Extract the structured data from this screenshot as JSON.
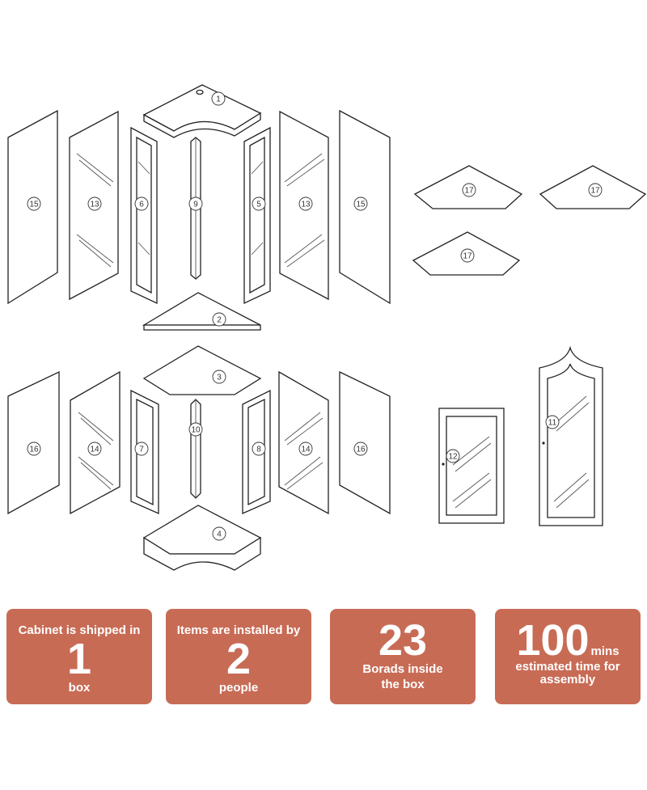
{
  "parts": {
    "p1": "1",
    "p2": "2",
    "p3": "3",
    "p4": "4",
    "p5": "5",
    "p6": "6",
    "p7": "7",
    "p8": "8",
    "p9": "9",
    "p10": "10",
    "p11": "11",
    "p12": "12",
    "p13": "13",
    "p14": "14",
    "p15": "15",
    "p16": "16",
    "p17": "17"
  },
  "stats": [
    {
      "top": "Cabinet is shipped in",
      "value": "1",
      "bottom": "box"
    },
    {
      "top": "Items are installed by",
      "value": "2",
      "bottom": "people"
    },
    {
      "value": "23",
      "bottom_line1": "Borads inside",
      "bottom_line2": "the box"
    },
    {
      "value": "100",
      "unit": "mins",
      "bottom_line1": "estimated time for",
      "bottom_line2": "assembly"
    }
  ],
  "colors": {
    "card": "#c86b55",
    "card_text": "#ffffff",
    "line": "#222222"
  }
}
